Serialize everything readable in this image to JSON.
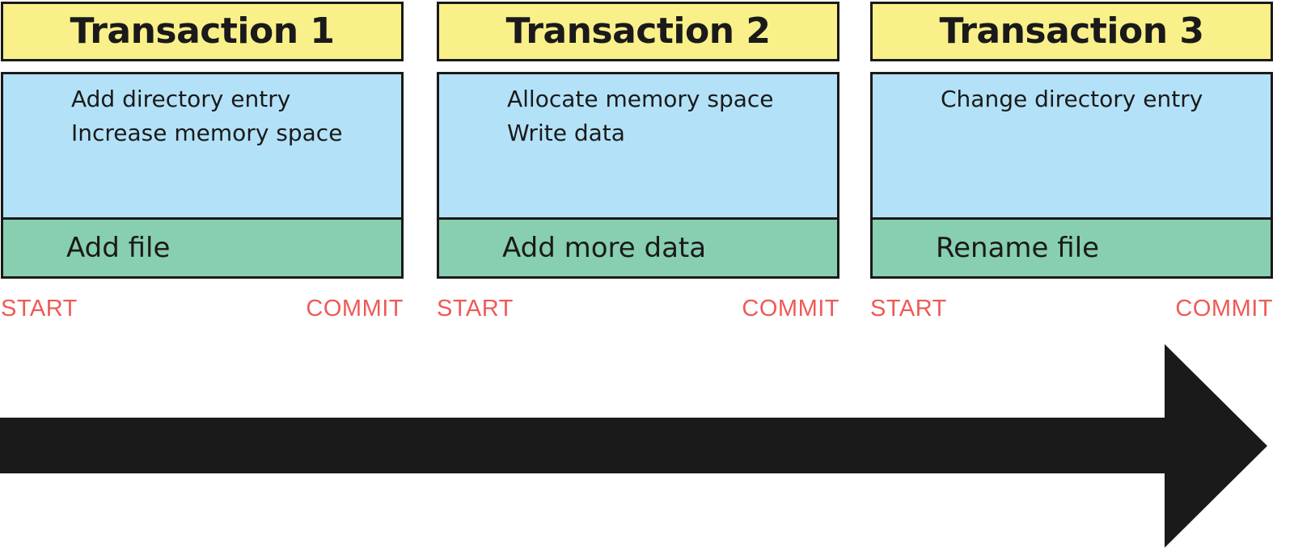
{
  "transactions": [
    {
      "title": "Transaction 1",
      "operations": [
        "Add directory entry",
        "Increase memory space"
      ],
      "action": "Add file",
      "start_label": "START",
      "commit_label": "COMMIT"
    },
    {
      "title": "Transaction 2",
      "operations": [
        "Allocate memory space",
        "Write data"
      ],
      "action": "Add more data",
      "start_label": "START",
      "commit_label": "COMMIT"
    },
    {
      "title": "Transaction 3",
      "operations": [
        "Change directory entry"
      ],
      "action": "Rename file",
      "start_label": "START",
      "commit_label": "COMMIT"
    }
  ],
  "colors": {
    "title_fill": "#f9f08a",
    "operations_fill": "#b3e2f8",
    "action_fill": "#87cfb0",
    "marker_text": "#ee5a55",
    "arrow_fill": "#1a1a1a"
  }
}
